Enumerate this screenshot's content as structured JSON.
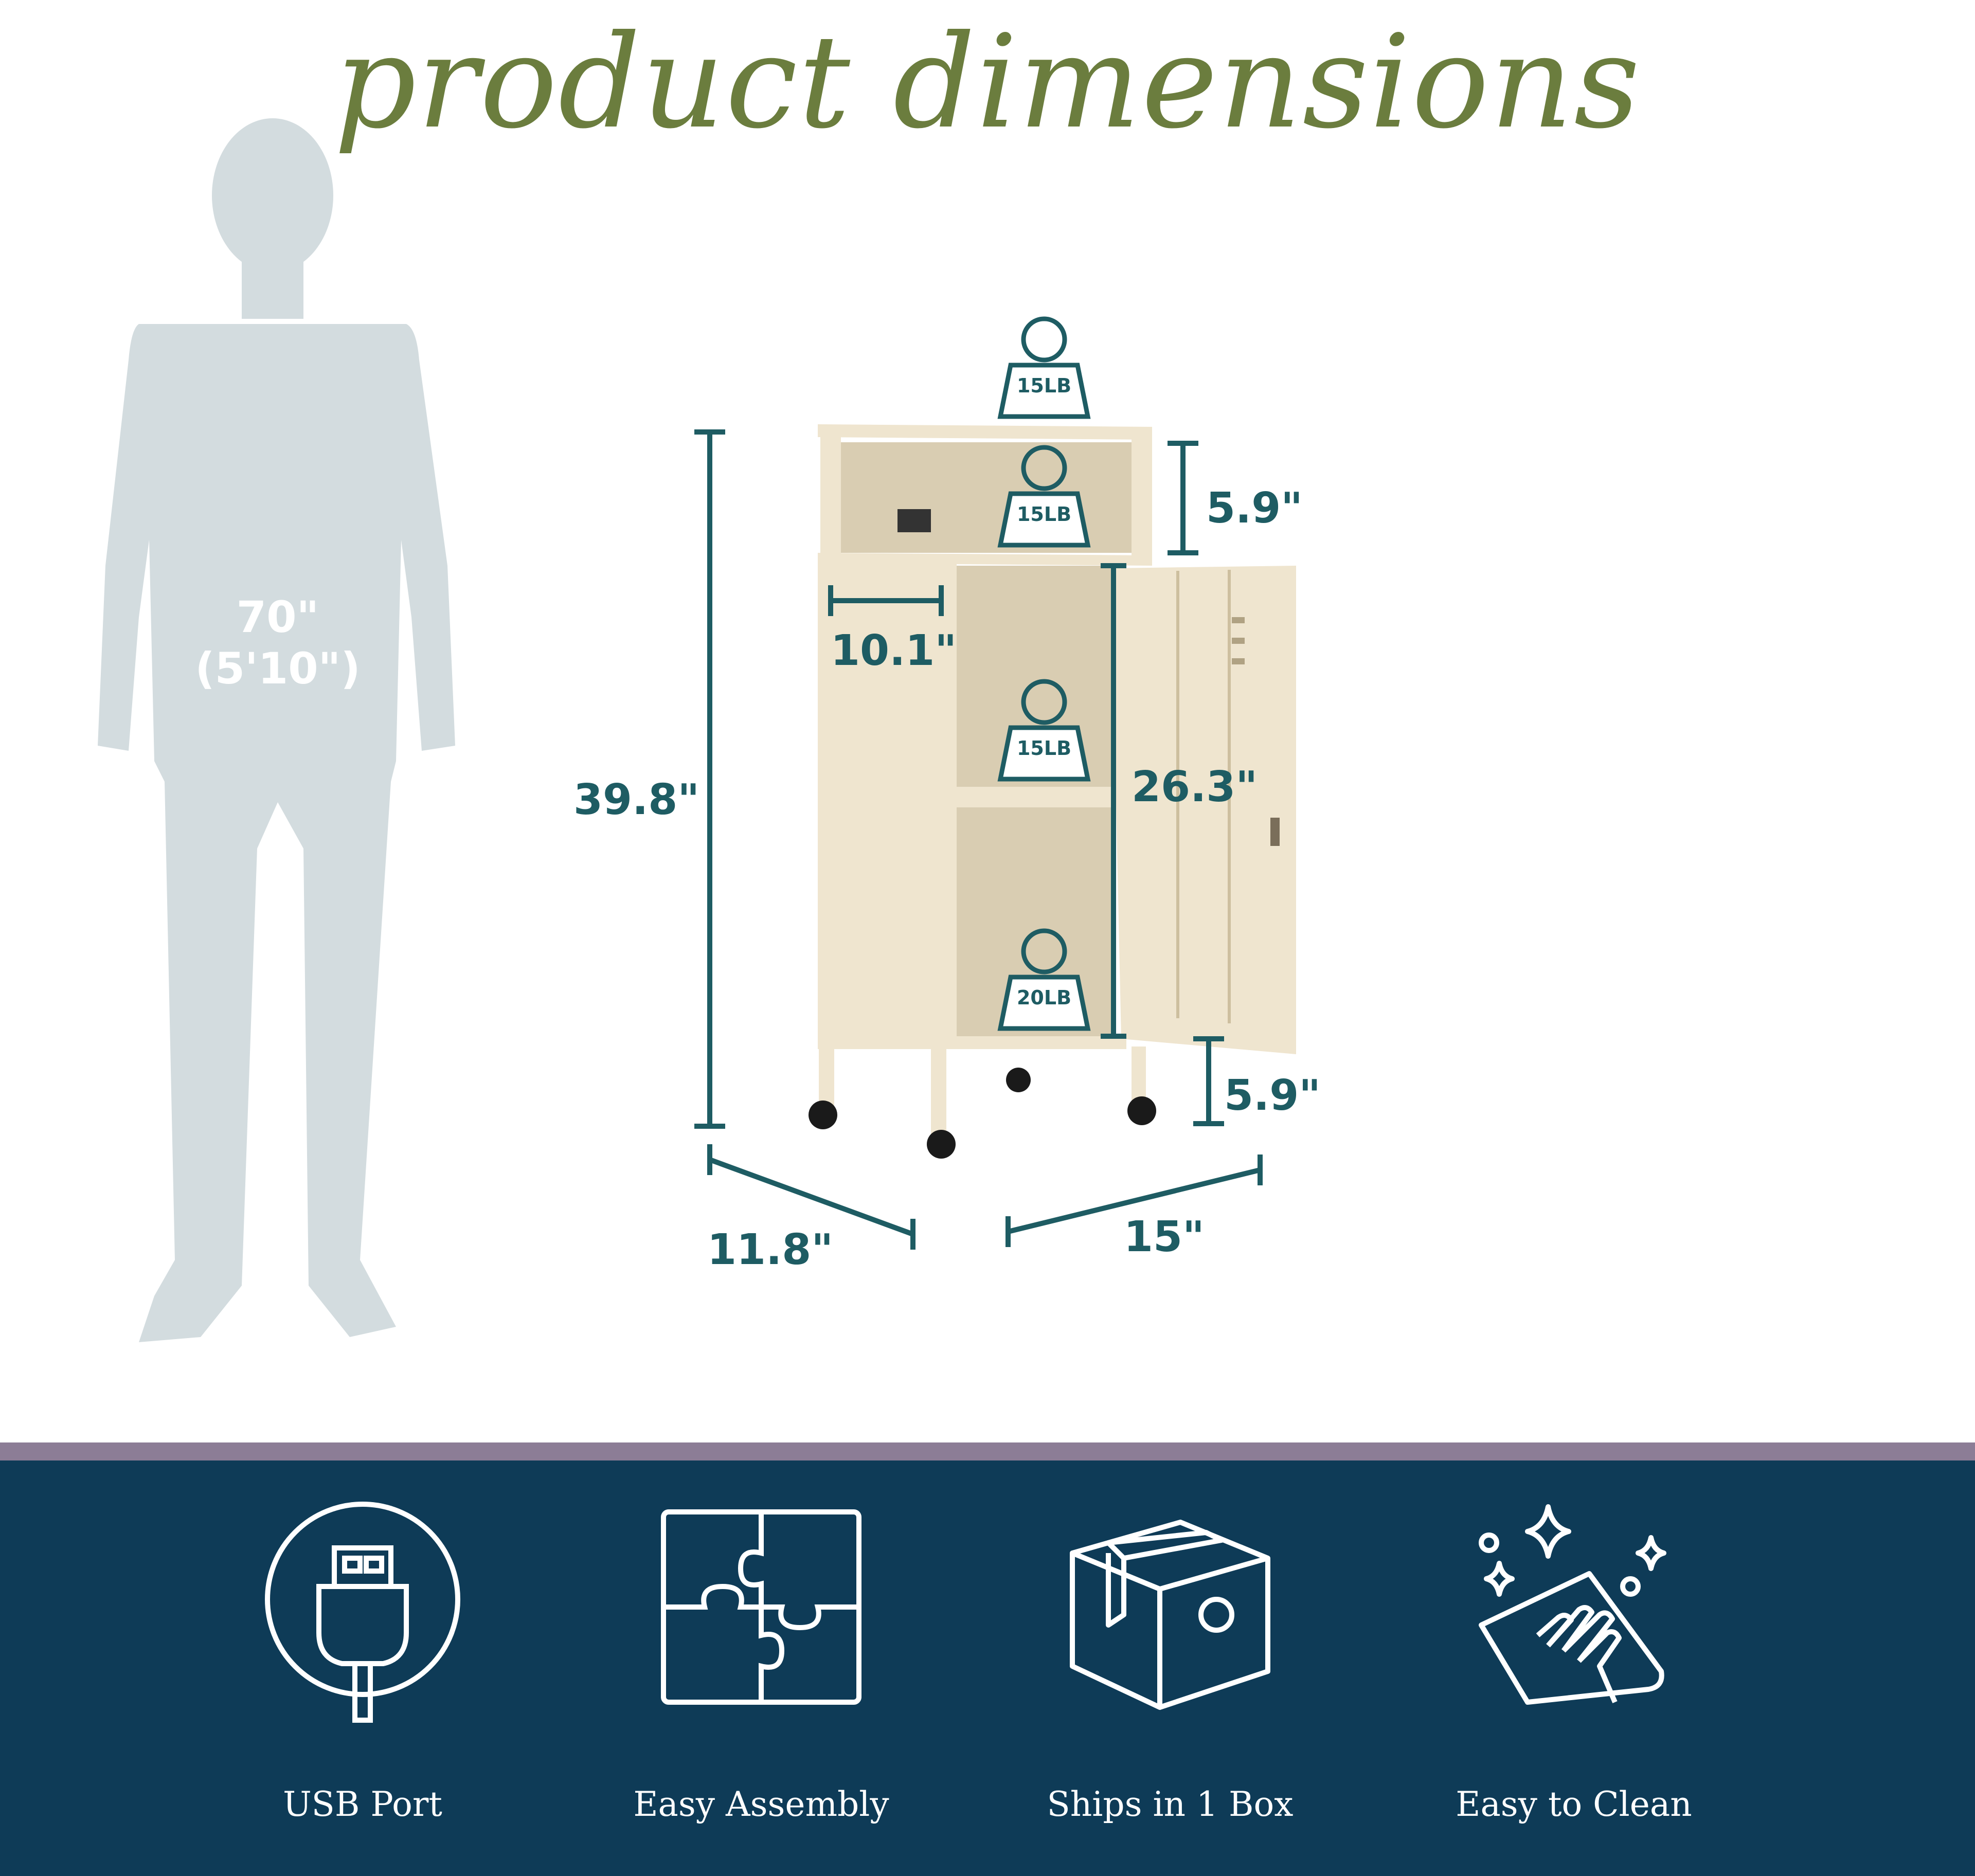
{
  "colors": {
    "title": "#6b7d3e",
    "accent": "#1e5c63",
    "silhouette": "#d3dcdf",
    "silhouette_text": "#ffffff",
    "cabinet": "#efe5cf",
    "cabinet_shade": "#d9cdb2",
    "banner": "#0e3b57",
    "banner_strip": "#8c7d96",
    "icon_line": "#ffffff"
  },
  "title": "product dimensions",
  "person": {
    "height": "70\"",
    "height_ft": "(5'10\")"
  },
  "dimensions": {
    "total_height": "39.8\"",
    "top_opening": "5.9\"",
    "interior_width": "10.1\"",
    "door_height": "26.3\"",
    "leg_height": "5.9\"",
    "depth": "11.8\"",
    "width": "15\""
  },
  "weights": {
    "top": "15LB",
    "top_shelf": "15LB",
    "middle_shelf": "15LB",
    "bottom_shelf": "20LB"
  },
  "features": [
    {
      "icon": "usb-icon",
      "label": "USB Port"
    },
    {
      "icon": "puzzle-icon",
      "label": "Easy Assembly"
    },
    {
      "icon": "box-icon",
      "label": "Ships in 1 Box"
    },
    {
      "icon": "cleaning-hand-icon",
      "label": "Easy to Clean"
    }
  ]
}
